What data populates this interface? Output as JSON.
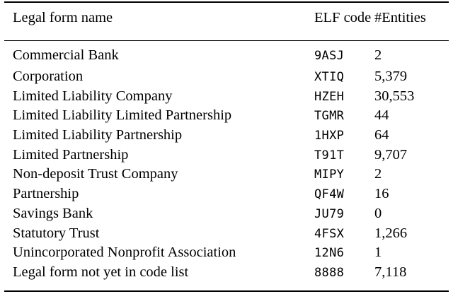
{
  "table": {
    "columns": [
      {
        "key": "name",
        "label": "Legal form name"
      },
      {
        "key": "code",
        "label": "ELF code"
      },
      {
        "key": "count",
        "label": "#Entities"
      }
    ],
    "rows": [
      {
        "name": "Commercial Bank",
        "code": "9ASJ",
        "count": "2"
      },
      {
        "name": "Corporation",
        "code": "XTIQ",
        "count": "5,379"
      },
      {
        "name": "Limited Liability Company",
        "code": "HZEH",
        "count": "30,553"
      },
      {
        "name": "Limited Liability Limited Partnership",
        "code": "TGMR",
        "count": "44"
      },
      {
        "name": "Limited Liability Partnership",
        "code": "1HXP",
        "count": "64"
      },
      {
        "name": "Limited Partnership",
        "code": "T91T",
        "count": "9,707"
      },
      {
        "name": "Non-deposit Trust Company",
        "code": "MIPY",
        "count": "2"
      },
      {
        "name": "Partnership",
        "code": "QF4W",
        "count": "16"
      },
      {
        "name": "Savings Bank",
        "code": "JU79",
        "count": "0"
      },
      {
        "name": "Statutory Trust",
        "code": "4FSX",
        "count": "1,266"
      },
      {
        "name": "Unincorporated Nonprofit Association",
        "code": "12N6",
        "count": "1"
      },
      {
        "name": "Legal form not yet in code list",
        "code": "8888",
        "count": "7,118"
      }
    ]
  },
  "style": {
    "background": "#ffffff",
    "text_color": "#000000",
    "rule_color": "#000000"
  }
}
